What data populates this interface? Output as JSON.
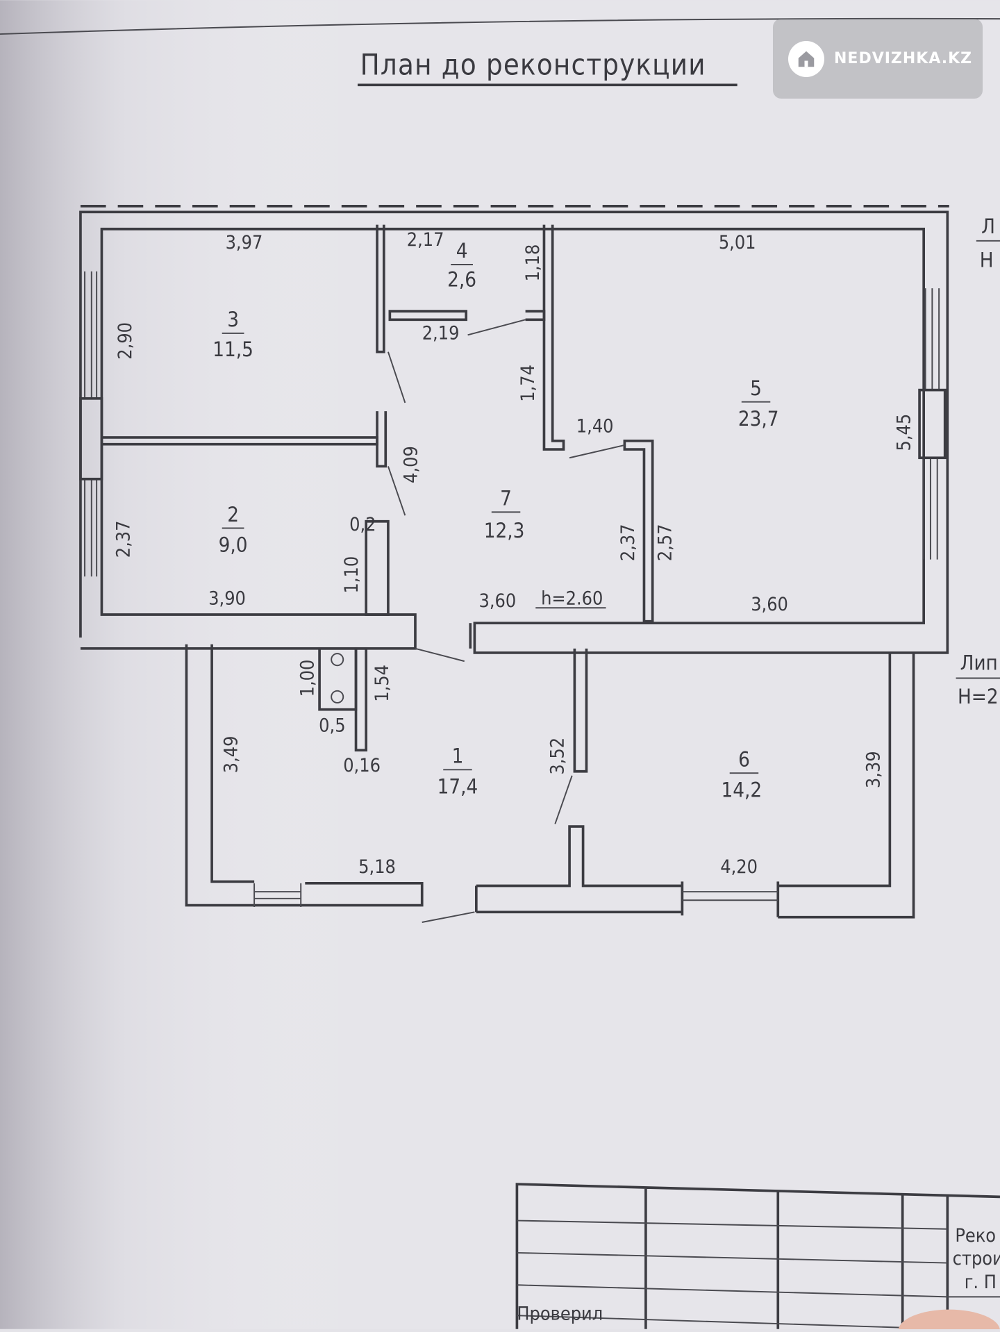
{
  "title": "План до реконструкции",
  "watermark": {
    "text": "NEDVIZHKA.KZ",
    "icon": "home-icon"
  },
  "rooms": [
    {
      "number": "3",
      "area": "11,5"
    },
    {
      "number": "4",
      "area": "2,6"
    },
    {
      "number": "5",
      "area": "23,7"
    },
    {
      "number": "7",
      "area": "12,3"
    },
    {
      "number": "2",
      "area": "9,0"
    },
    {
      "number": "1",
      "area": "17,4"
    },
    {
      "number": "6",
      "area": "14,2"
    }
  ],
  "dimensions": [
    "3,97",
    "2,17",
    "1,18",
    "5,01",
    "2,90",
    "2,19",
    "1,74",
    "4,09",
    "1,40",
    "5,45",
    "0,2",
    "2,37",
    "1,10",
    "2,37",
    "2,57",
    "3,90",
    "3,60",
    "3,60",
    "1,00",
    "1,54",
    "0,5",
    "3,49",
    "0,16",
    "3,52",
    "3,39",
    "5,18",
    "4,20"
  ],
  "ceiling_height": "h=2.60",
  "side_labels": [
    "Л",
    "Н",
    "Лип",
    "Н=2"
  ],
  "title_block": {
    "line1": "Реко",
    "line2": "строи",
    "line3": "г. П",
    "checked_label": "Проверил"
  }
}
